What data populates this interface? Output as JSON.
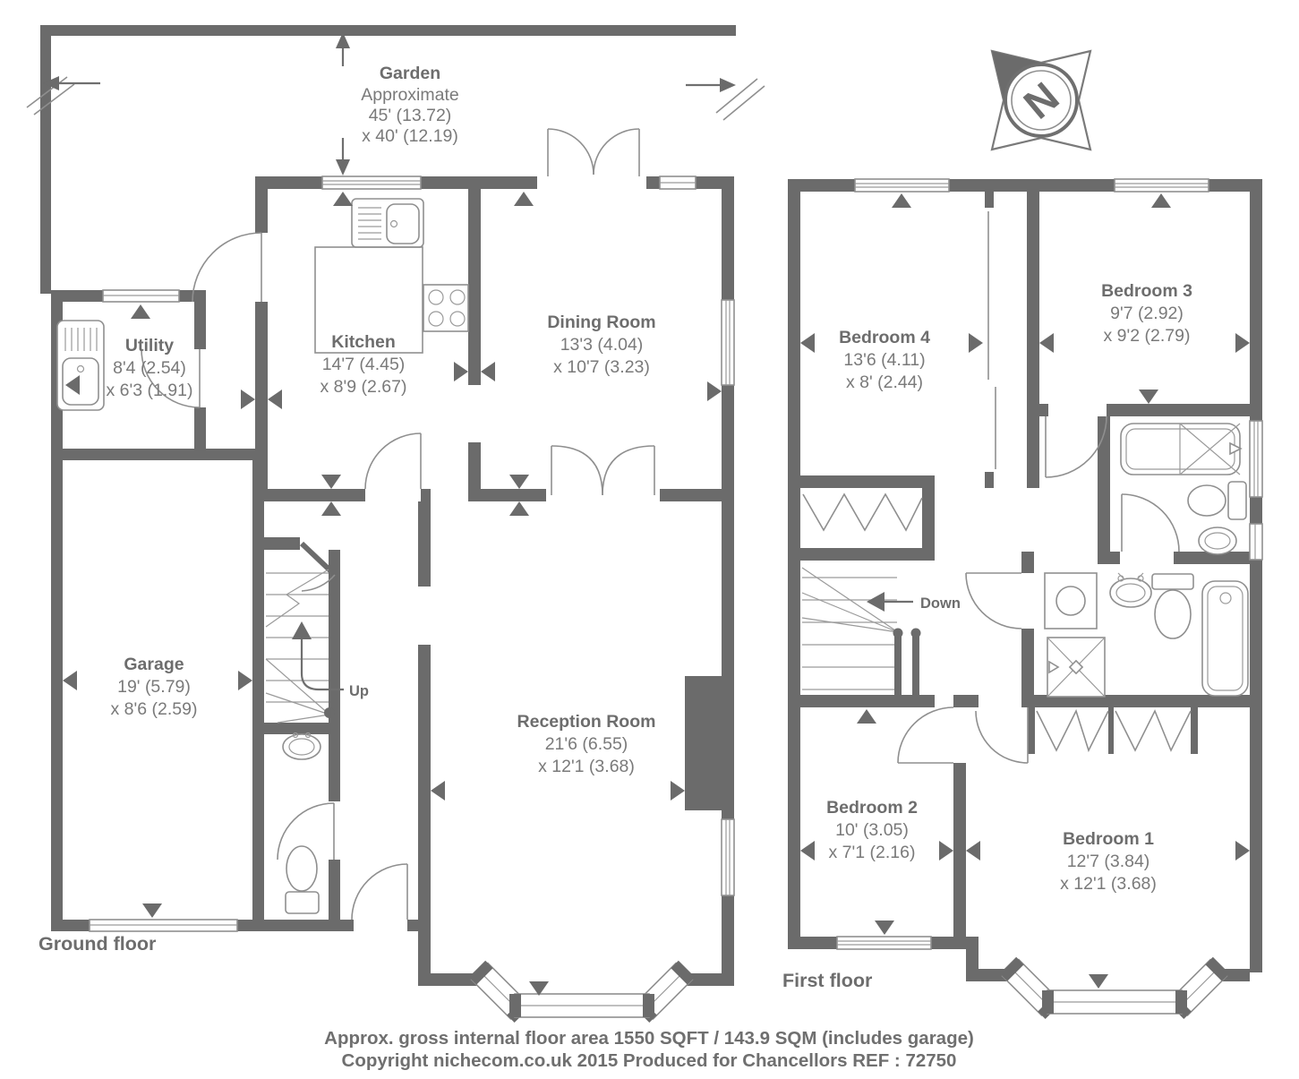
{
  "ground": {
    "label": "Ground floor",
    "stairs_label": "Up",
    "rooms": {
      "garden": {
        "name": "Garden",
        "sub": "Approximate",
        "dim1": "45' (13.72)",
        "dim2": "x 40' (12.19)"
      },
      "utility": {
        "name": "Utility",
        "dim1": "8'4 (2.54)",
        "dim2": "x 6'3 (1.91)"
      },
      "kitchen": {
        "name": "Kitchen",
        "dim1": "14'7 (4.45)",
        "dim2": "x 8'9 (2.67)"
      },
      "dining": {
        "name": "Dining Room",
        "dim1": "13'3 (4.04)",
        "dim2": "x 10'7 (3.23)"
      },
      "garage": {
        "name": "Garage",
        "dim1": "19' (5.79)",
        "dim2": "x 8'6 (2.59)"
      },
      "reception": {
        "name": "Reception Room",
        "dim1": "21'6 (6.55)",
        "dim2": "x 12'1 (3.68)"
      }
    }
  },
  "first": {
    "label": "First floor",
    "stairs_label": "Down",
    "rooms": {
      "bedroom4": {
        "name": "Bedroom 4",
        "dim1": "13'6 (4.11)",
        "dim2": "x 8' (2.44)"
      },
      "bedroom3": {
        "name": "Bedroom 3",
        "dim1": "9'7 (2.92)",
        "dim2": "x 9'2 (2.79)"
      },
      "bedroom2": {
        "name": "Bedroom 2",
        "dim1": "10' (3.05)",
        "dim2": "x 7'1 (2.16)"
      },
      "bedroom1": {
        "name": "Bedroom 1",
        "dim1": "12'7 (3.84)",
        "dim2": "x 12'1 (3.68)"
      }
    }
  },
  "compass": {
    "north_label": "N"
  },
  "footer": {
    "line1": "Approx. gross internal floor area 1550 SQFT / 143.9 SQM (includes garage)",
    "line2": "Copyright nichecom.co.uk 2015 Produced for Chancellors REF : 72750"
  },
  "colors": {
    "wall": "#6b6b6b",
    "text": "#7a7a7a",
    "line": "#8f8f8f"
  }
}
